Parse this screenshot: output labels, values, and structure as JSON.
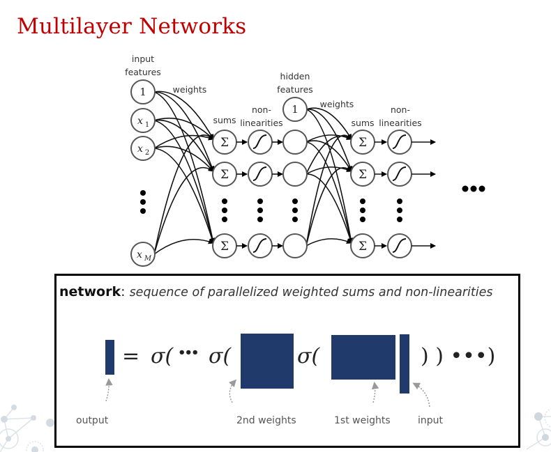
{
  "title": "Multilayer Networks",
  "diagram": {
    "labels": {
      "input_features_line1": "input",
      "input_features_line2": "features",
      "weights_1": "weights",
      "sums_1": "sums",
      "nonlin_1_line1": "non-",
      "nonlin_1_line2": "linearities",
      "hidden_features_line1": "hidden",
      "hidden_features_line2": "features",
      "weights_2": "weights",
      "sums_2": "sums",
      "nonlin_2_line1": "non-",
      "nonlin_2_line2": "linearities"
    },
    "input_nodes": [
      "1",
      "x₁",
      "x₂",
      "xₘ"
    ],
    "input_node_labels": {
      "bias": "1",
      "x1": "x",
      "x1_sub": "1",
      "x2": "x",
      "x2_sub": "2",
      "xM": "x",
      "xM_sub": "M"
    },
    "hidden_bias_label": "1",
    "sum_symbol": "Σ",
    "continuation": "•••"
  },
  "equation": {
    "heading_bold": "network",
    "heading_colon": ":",
    "heading_italic": "sequence of parallelized weighted sums and non-linearities",
    "equals": "=",
    "sigma_open_1": "σ(",
    "ellipsis_1": "•••",
    "sigma_open_2": "σ(",
    "sigma_open_3": "σ(",
    "closing": ") ) •••)",
    "captions": {
      "output": "output",
      "second_weights": "2nd weights",
      "first_weights": "1st weights",
      "input": "input"
    },
    "matrix_color": "#1f3a6b"
  },
  "colors": {
    "title": "#c00000"
  }
}
